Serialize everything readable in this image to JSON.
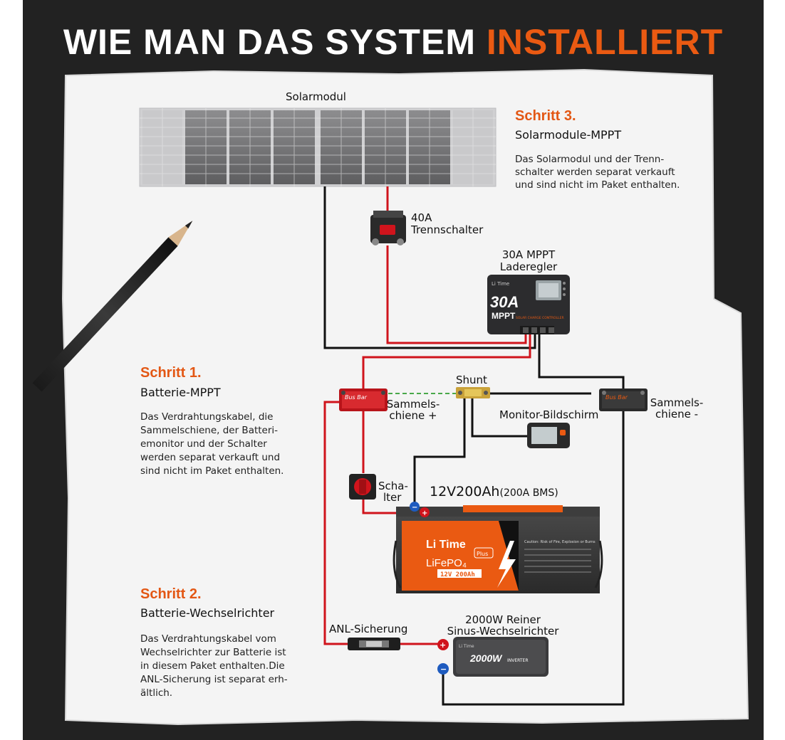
{
  "title": {
    "part1": "WIE MAN DAS SYSTEM ",
    "part2": "INSTALLIERT"
  },
  "components": {
    "solar_panel": "Solarmodul",
    "breaker_line1": "40A",
    "breaker_line2": "Trennschalter",
    "mppt_line1": "30A MPPT",
    "mppt_line2": "Laderegler",
    "mppt_device_big": "30A",
    "mppt_device_small": "MPPT",
    "mppt_device_tag": "SOLAR CHARGE CONTROLLER",
    "shunt": "Shunt",
    "busbar_pos_line1": "Sammels-",
    "busbar_pos_line2": "chiene +",
    "busbar_neg_line1": "Sammels-",
    "busbar_neg_line2": "chiene -",
    "busbar_device": "Bus Bar",
    "monitor": "Monitor-Bildschirm",
    "switch_line1": "Scha-",
    "switch_line2": "lter",
    "battery_main": "12V200Ah",
    "battery_bms": "(200A BMS)",
    "battery_brand": "Li Time",
    "battery_chem": "LiFePO₄",
    "battery_plus": "Plus",
    "battery_rating": "12V 200Ah",
    "battery_caution": "Caution: Risk of Fire, Explosion or Burns",
    "anl": "ANL-Sicherung",
    "inverter_line1": "2000W Reiner",
    "inverter_line2": "Sinus-Wechselrichter",
    "inverter_device": "2000W",
    "inverter_device_tag": "INVERTER",
    "brand_small": "Li Time"
  },
  "steps": {
    "step3": {
      "head": "Schritt 3.",
      "sub": "Solarmodule-MPPT",
      "desc": [
        "Das Solarmodul und der Trenn-",
        "schalter werden separat verkauft",
        "und sind nicht im Paket enthalten."
      ]
    },
    "step1": {
      "head": "Schritt 1.",
      "sub": "Batterie-MPPT",
      "desc": [
        "Das Verdrahtungskabel, die",
        "Sammelschiene, der Batteri-",
        "emonitor und der Schalter",
        "werden separat verkauft und",
        "sind nicht im Paket enthalten."
      ]
    },
    "step2": {
      "head": "Schritt 2.",
      "sub": "Batterie-Wechselrichter",
      "desc": [
        "Das Verdrahtungskabel vom",
        "Wechselrichter zur Batterie ist",
        "in diesem Paket enthalten.Die",
        "ANL-Sicherung ist separat erh-",
        "ältlich."
      ]
    }
  },
  "colors": {
    "accent": "#ea5a12",
    "wire_red": "#d0141c",
    "wire_black": "#111111",
    "background": "#222222",
    "paper": "#f4f4f4"
  }
}
